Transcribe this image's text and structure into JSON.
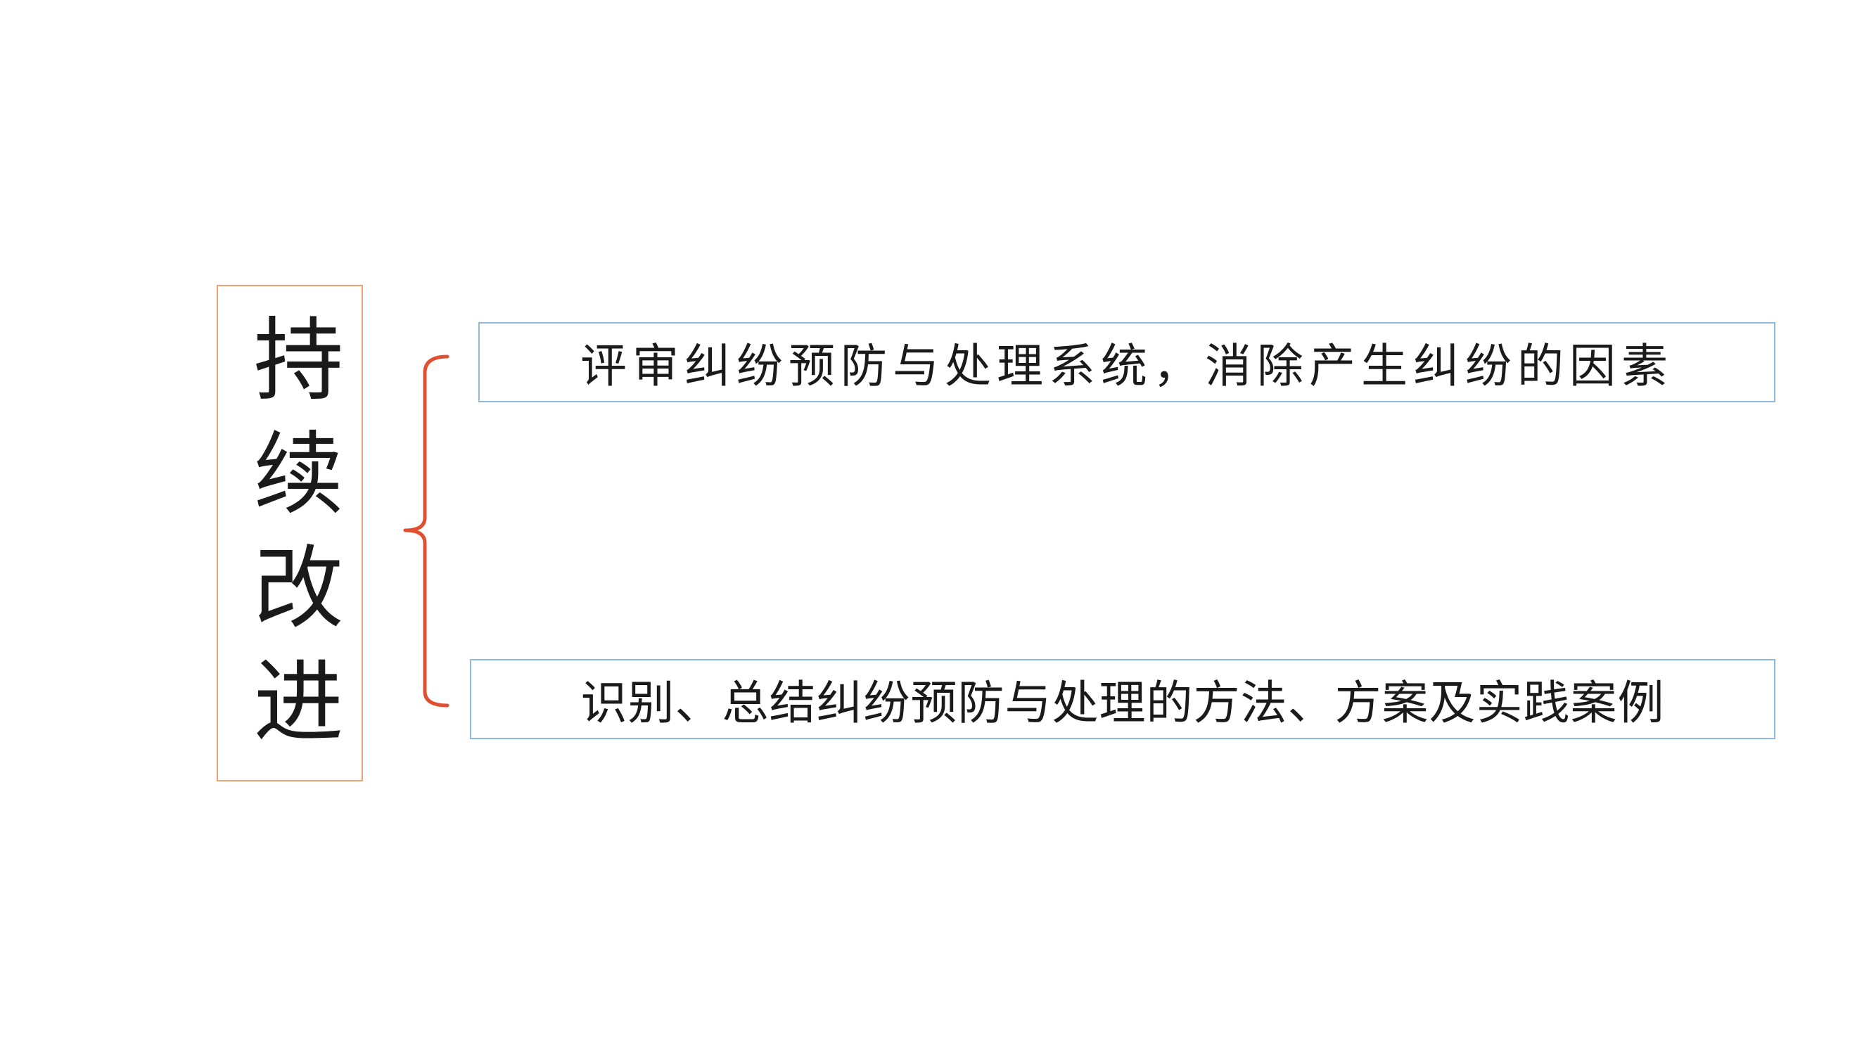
{
  "root": {
    "label": "持续改进"
  },
  "branches": [
    {
      "label": "评审纠纷预防与处理系统，消除产生纠纷的因素"
    },
    {
      "label": "识别、总结纠纷预防与处理的方法、方案及实践案例"
    }
  ],
  "colors": {
    "root_border": "#f0a070",
    "brace": "#e05030",
    "branch_border": "#8fb8dc",
    "text": "#1a1a1a",
    "background": "#ffffff"
  }
}
